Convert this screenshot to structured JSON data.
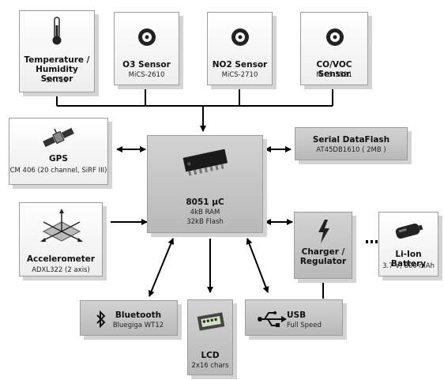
{
  "blocks": {
    "temp": {
      "title": "Temperature / Humidity Sensor",
      "sub": "SHT11"
    },
    "o3": {
      "title": "O3 Sensor",
      "sub": "MiCS-2610"
    },
    "no2": {
      "title": "NO2 Sensor",
      "sub": "MiCS-2710"
    },
    "covoc": {
      "title": "CO/VOC Sensor",
      "sub": "MiCS-5521"
    },
    "gps": {
      "title": "GPS",
      "sub": "CM 406 (20 channel, SiRF III)"
    },
    "mcu": {
      "title": "8051 µC",
      "ram": "4kB RAM",
      "flash": "32kB Flash"
    },
    "flash": {
      "title": "Serial DataFlash",
      "sub": "AT45DB1610 ( 2MB )"
    },
    "accel": {
      "title": "Accelerometer",
      "sub": "ADXL322 (2 axis)"
    },
    "charger": {
      "title": "Charger / Regulator"
    },
    "battery": {
      "title": "Li-Ion Battery",
      "sub": "3.7 V, 800 mAh"
    },
    "bt": {
      "title": "Bluetooth",
      "sub": "Bluegiga WT12"
    },
    "lcd": {
      "title": "LCD",
      "sub": "2x16 chars"
    },
    "usb": {
      "title": "USB",
      "sub": "Full Speed"
    }
  },
  "icons": {
    "temp": "thermometer-icon",
    "sensor": "gas-sensor-icon",
    "gps": "satellite-icon",
    "mcu": "chip-icon",
    "accel": "axes-icon",
    "charger": "lightning-icon",
    "battery": "battery-icon",
    "bt": "bluetooth-icon",
    "lcd": "lcd-module-icon",
    "usb": "usb-icon"
  },
  "colors": {
    "box_white": "#eeeeee",
    "box_grey": "#c4c4c4",
    "line": "#000000",
    "shadow": "#d4d4d4"
  }
}
